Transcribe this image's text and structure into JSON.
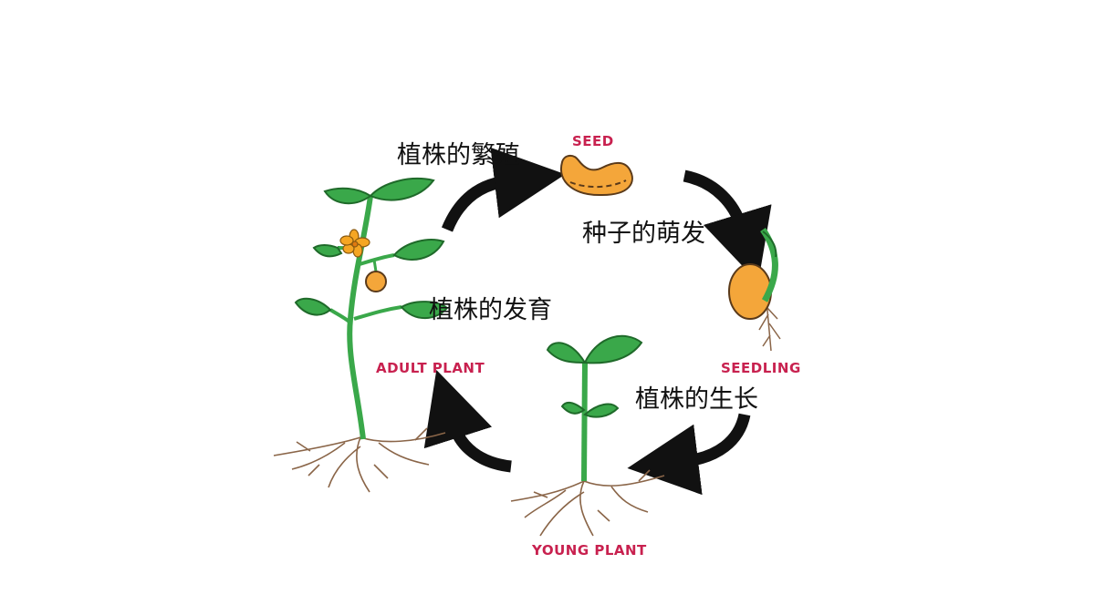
{
  "colors": {
    "stage_label": "#c8214f",
    "leaf": "#3aa84a",
    "leaf_dark": "#1f6a2a",
    "stem": "#3aa84a",
    "seed": "#f4a63a",
    "root": "#8a6548",
    "arrow": "#111111",
    "flower": "#f5a623"
  },
  "stages": {
    "seed": "SEED",
    "seedling": "SEEDLING",
    "young_plant": "YOUNG PLANT",
    "adult_plant": "ADULT PLANT"
  },
  "steps": {
    "reproduction": "植株的繁殖",
    "germination": "种子的萌发",
    "growth": "植株的生长",
    "development": "植株的发育"
  }
}
